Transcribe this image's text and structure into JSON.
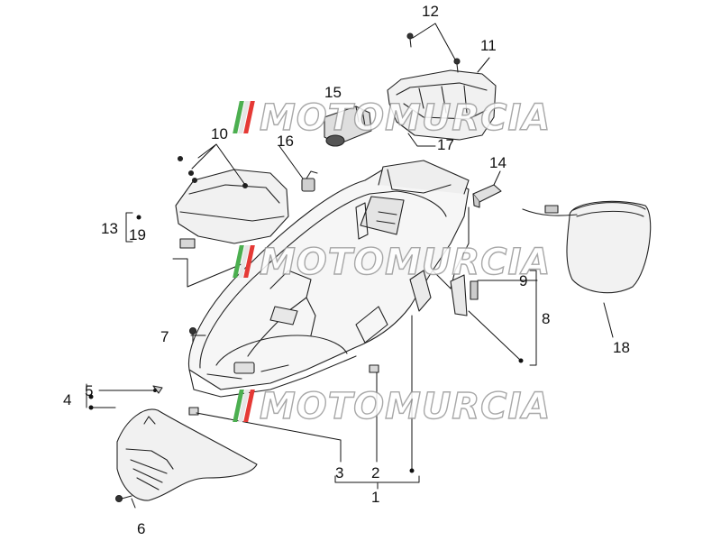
{
  "diagram": {
    "callouts": [
      {
        "id": "1",
        "text": "1"
      },
      {
        "id": "2",
        "text": "2"
      },
      {
        "id": "3",
        "text": "3"
      },
      {
        "id": "4",
        "text": "4"
      },
      {
        "id": "5",
        "text": "5"
      },
      {
        "id": "6",
        "text": "6"
      },
      {
        "id": "7",
        "text": "7"
      },
      {
        "id": "8",
        "text": "8"
      },
      {
        "id": "9",
        "text": "9"
      },
      {
        "id": "10",
        "text": "10"
      },
      {
        "id": "11",
        "text": "11"
      },
      {
        "id": "12",
        "text": "12"
      },
      {
        "id": "13",
        "text": "13"
      },
      {
        "id": "14",
        "text": "14"
      },
      {
        "id": "15",
        "text": "15"
      },
      {
        "id": "16",
        "text": "16"
      },
      {
        "id": "17",
        "text": "17"
      },
      {
        "id": "18",
        "text": "18"
      },
      {
        "id": "19",
        "text": "19"
      }
    ],
    "watermark": "MOTOMURCIA",
    "colors": {
      "line": "#222222",
      "part_fill": "#f4f4f4",
      "part_shade": "#d9d9d9",
      "flag_green": "#4caf50",
      "flag_white": "#e6e6e6",
      "flag_red": "#e53935"
    }
  }
}
